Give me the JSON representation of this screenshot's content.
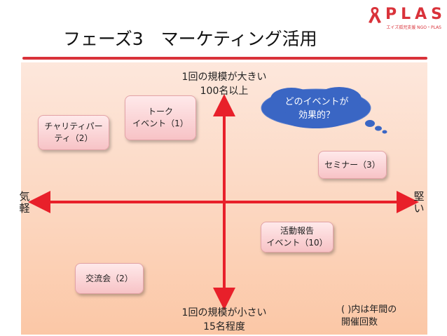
{
  "header": {
    "title": "フェーズ3　マーケティング活用",
    "logo_text": "PLAS",
    "logo_sub": "エイズ孤児支援 NGO・PLAS"
  },
  "axes": {
    "top_line1": "1回の規模が大きい",
    "top_line2": "100名以上",
    "bottom_line1": "1回の規模が小さい",
    "bottom_line2": "15名程度",
    "left_line1": "気",
    "left_line2": "軽",
    "right_line1": "堅",
    "right_line2": "い"
  },
  "bubble": {
    "line1": "どのイベントが",
    "line2": "効果的？"
  },
  "events": {
    "talk": {
      "line1": "トーク",
      "line2": "イベント（1）"
    },
    "charity": {
      "line1": "チャリティパー",
      "line2": "ティ（2）"
    },
    "seminar": {
      "line1": "セミナー（3）"
    },
    "report": {
      "line1": "活動報告",
      "line2": "イベント（10）"
    },
    "exchange": {
      "line1": "交流会（2）"
    }
  },
  "note": {
    "line1": "( )内は年間の",
    "line2": "開催回数"
  },
  "colors": {
    "accent": "#d9323a",
    "cloud": "#3a66c4",
    "box": "#f7c3c6"
  }
}
